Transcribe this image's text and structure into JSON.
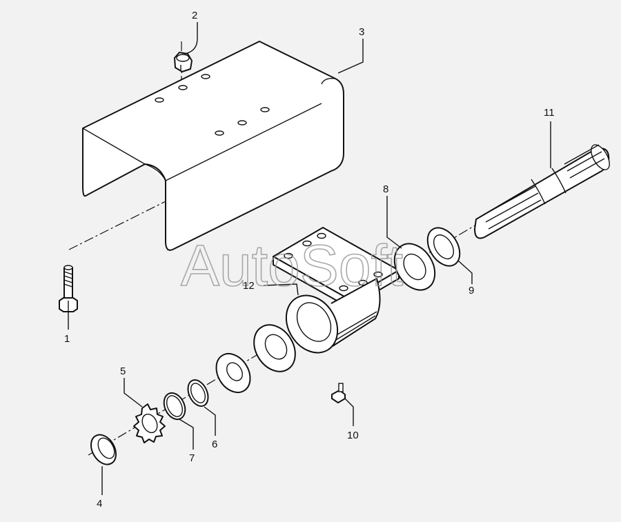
{
  "watermark": "AutoSoft",
  "callouts": {
    "c1": "1",
    "c2": "2",
    "c3": "3",
    "c4": "4",
    "c5": "5",
    "c6": "6",
    "c7": "7",
    "c8": "8",
    "c9": "9",
    "c10": "10",
    "c11": "11",
    "c12": "12"
  },
  "colors": {
    "background": "#f2f2f2",
    "line": "#111111",
    "watermark": "#9a9a9a"
  }
}
